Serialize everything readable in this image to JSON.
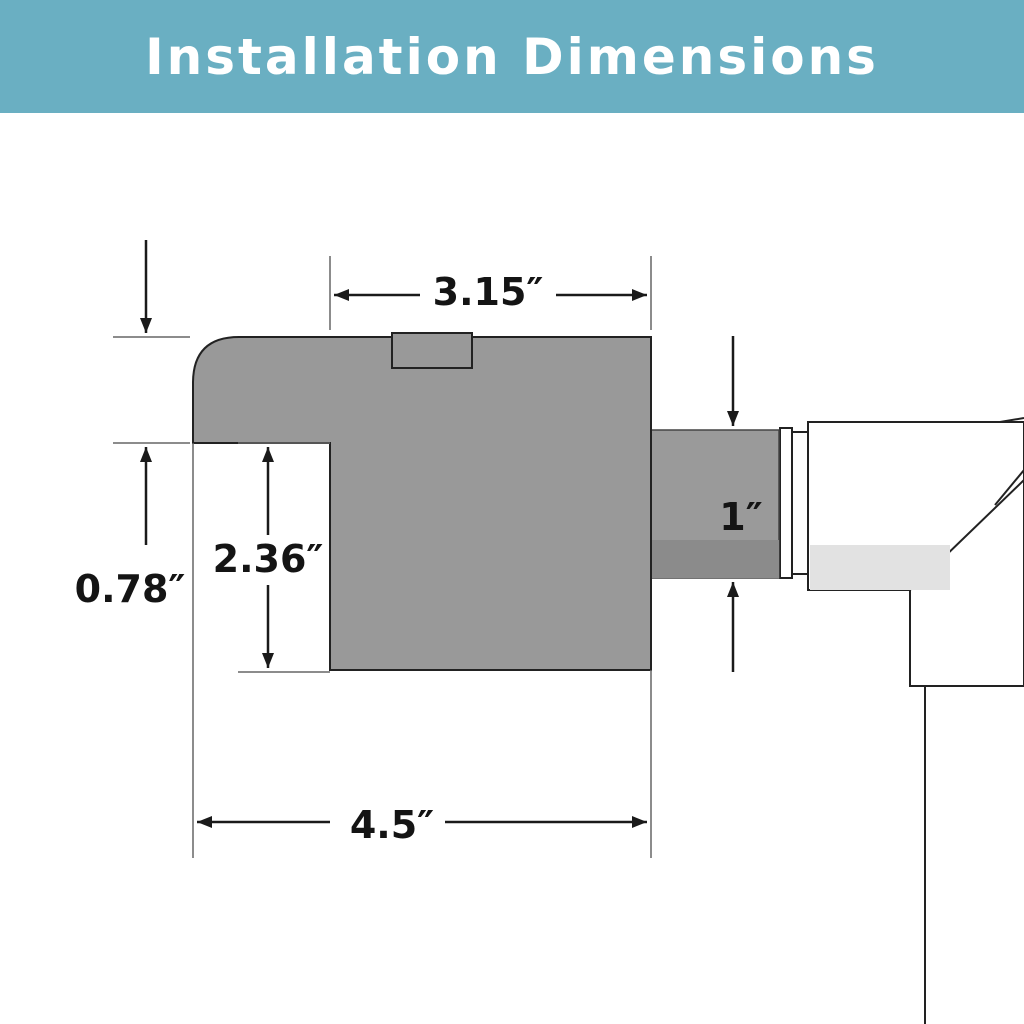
{
  "header": {
    "title": "Installation Dimensions",
    "background_color": "#6aafc2",
    "text_color": "#ffffff"
  },
  "colors": {
    "body_fill": "#999999",
    "pipe_fill": "#9a9a9a",
    "outline": "#222222",
    "dimension_line": "#1a1a1a",
    "fitting_fill": "#ffffff"
  },
  "dimensions": {
    "top_width": "3.15″",
    "lip_height": "0.78″",
    "opening_height": "2.36″",
    "pipe_diameter": "1″",
    "total_width": "4.5″"
  }
}
